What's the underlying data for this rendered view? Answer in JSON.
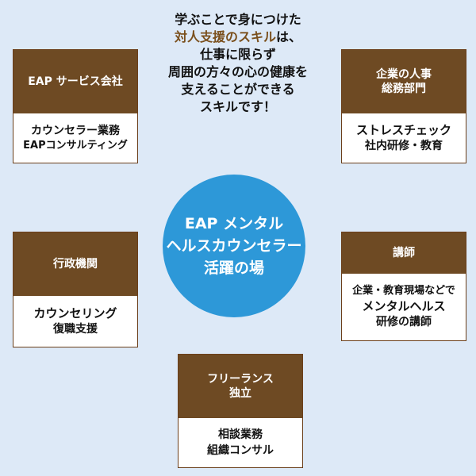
{
  "intro": {
    "line1": "学ぶことで身につけた",
    "highlight": "対人支援のスキル",
    "line2_rest": "は、",
    "line3": "仕事に限らず",
    "line4": "周囲の方々の心の健康を",
    "line5": "支えることができる",
    "line6": "スキルです！"
  },
  "center": {
    "line1": "EAP メンタル",
    "line2": "ヘルスカウンセラー",
    "line3": "活躍の場"
  },
  "cards": {
    "eap_service": {
      "title": "EAP サービス会社",
      "lines": [
        "カウンセラー業務",
        "EAPコンサルティング"
      ]
    },
    "corporate_hr": {
      "title_lines": [
        "企業の人事",
        "総務部門"
      ],
      "lines": [
        "ストレスチェック",
        "社内研修・教育"
      ]
    },
    "government": {
      "title": "行政機関",
      "lines": [
        "カウンセリング",
        "復職支援"
      ]
    },
    "lecturer": {
      "title": "講師",
      "lines": [
        "企業・教育現場などで",
        "メンタルヘルス",
        "研修の講師"
      ]
    },
    "freelance": {
      "title_lines": [
        "フリーランス",
        "独立"
      ],
      "lines": [
        "相談業務",
        "組織コンサル"
      ]
    }
  },
  "colors": {
    "background": "#dde9f7",
    "card_header": "#6e4a23",
    "highlight_text": "#7a4f1c",
    "circle": "#2d98d8"
  }
}
